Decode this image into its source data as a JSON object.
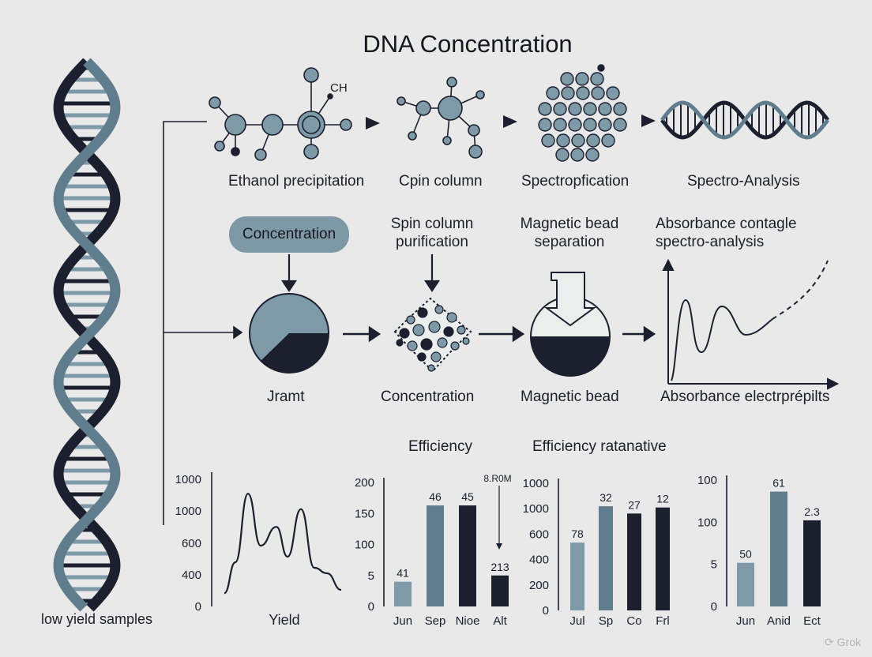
{
  "title": "DNA Concentration",
  "left_caption": "low yield samples",
  "top_steps": [
    "Ethanol precipitation",
    "Cpin column",
    "Spectropfication",
    "Spectro-Analysis"
  ],
  "chem_label": "CH",
  "middle_headers": {
    "pill": "Concentration",
    "spin": "Spin column\npurification",
    "magnetic": "Magnetic bead\nseparation",
    "absorbance": "Absorbance contagle\nspectro-analysis"
  },
  "middle_labels": [
    "Jramt",
    "Concentration",
    "Magnetic bead",
    "Absorbance electrprépilts"
  ],
  "section_labels": {
    "efficiency": "Efficiency",
    "efficiency_ratanative": "Efficiency ratanative"
  },
  "colors": {
    "dark": "#1c1f2e",
    "steel": "#5f7d8c",
    "light_steel": "#7e9aa8",
    "background": "#e8e9e8"
  },
  "chart_data": [
    {
      "type": "line",
      "xlabel": "Yield",
      "y_ticks": [
        "1000",
        "1000",
        "600",
        "400",
        "0"
      ],
      "series": [
        {
          "values": [
            0.02,
            0.3,
            0.92,
            0.45,
            0.62,
            0.35,
            0.78,
            0.25,
            0.2,
            0.05
          ]
        }
      ]
    },
    {
      "type": "bar",
      "categories": [
        "Jun",
        "Sep",
        "Nioe",
        "Alt"
      ],
      "values": [
        41,
        46,
        45,
        213
      ],
      "bar_heights": [
        40,
        163,
        163,
        50
      ],
      "ylim": [
        0,
        200
      ],
      "y_ticks": [
        "200",
        "150",
        "100",
        "5",
        "0"
      ],
      "annotation": "8.R0M",
      "colors": [
        "#7e9aa8",
        "#5f7d8c",
        "#1c1f2e",
        "#1c1f2e"
      ]
    },
    {
      "type": "bar",
      "categories": [
        "Jul",
        "Sp",
        "Co",
        "Frl"
      ],
      "values": [
        78,
        32,
        27,
        12
      ],
      "bar_heights": [
        560,
        860,
        800,
        850
      ],
      "ylim": [
        0,
        1050
      ],
      "y_ticks": [
        "1000",
        "1000",
        "600",
        "400",
        "200",
        "0"
      ],
      "colors": [
        "#7e9aa8",
        "#5f7d8c",
        "#1c1f2e",
        "#1c1f2e"
      ]
    },
    {
      "type": "bar",
      "categories": [
        "Jun",
        "Anid",
        "Ect"
      ],
      "values": [
        50,
        61,
        2.3
      ],
      "bar_heights": [
        38,
        100,
        75
      ],
      "ylim": [
        0,
        110
      ],
      "y_ticks": [
        "100",
        "100",
        "5",
        "0"
      ],
      "colors": [
        "#7e9aa8",
        "#5f7d8c",
        "#1c1f2e"
      ]
    }
  ]
}
